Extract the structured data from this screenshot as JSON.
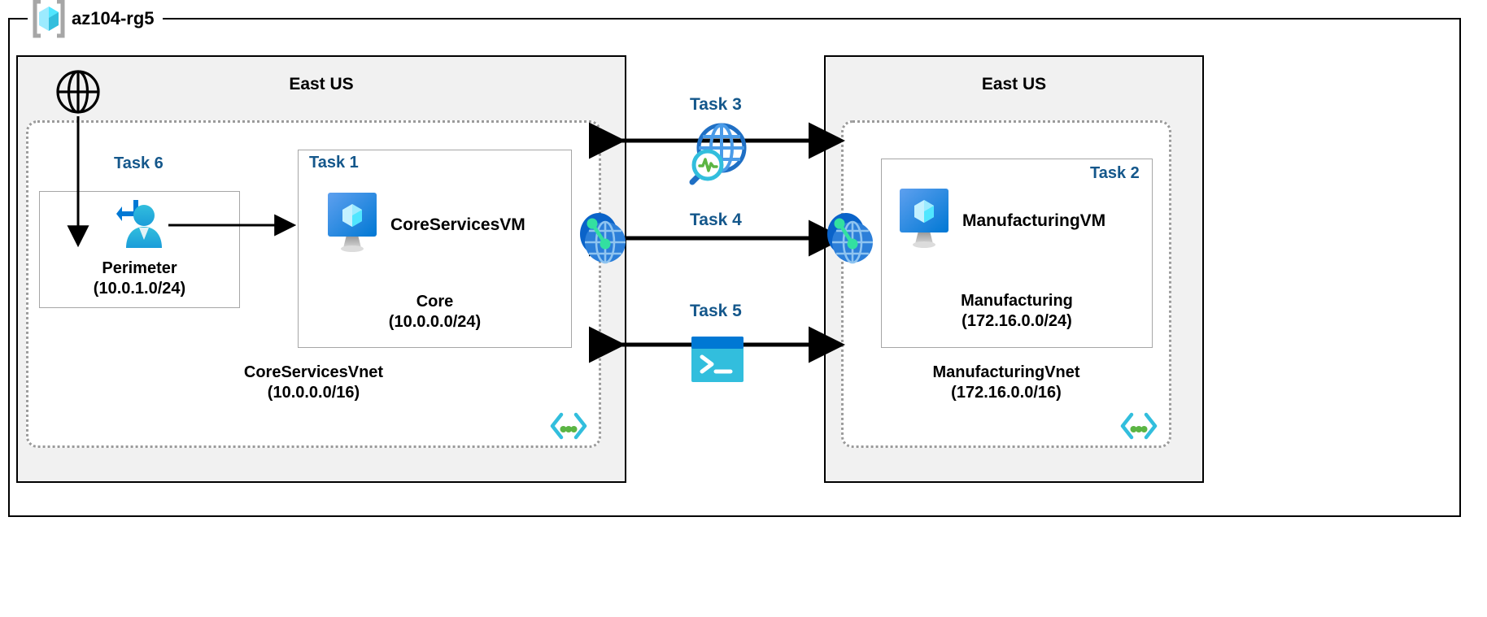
{
  "diagram": {
    "resource_group": {
      "name": "az104-rg5",
      "icon": "azure-resource-group-cube-icon"
    }
  },
  "regions": [
    {
      "id": "left",
      "title": "East US"
    },
    {
      "id": "right",
      "title": "East US"
    }
  ],
  "vnets": [
    {
      "id": "coreservices",
      "name": "CoreServicesVnet",
      "cidr": "(10.0.0.0/16)",
      "corner_icon": "code-brackets-subnet-icon"
    },
    {
      "id": "manufacturing",
      "name": "ManufacturingVnet",
      "cidr": "(172.16.0.0/16)",
      "corner_icon": "code-brackets-subnet-icon"
    }
  ],
  "subnets": [
    {
      "id": "perimeter",
      "task": "Task 6",
      "name": "Perimeter",
      "cidr": "(10.0.1.0/24)",
      "icon": "user-inbound-icon"
    },
    {
      "id": "core",
      "task": "Task 1",
      "name": "Core",
      "cidr": "(10.0.0.0/24)",
      "vm": "CoreServicesVM",
      "icon": "virtual-machine-icon"
    },
    {
      "id": "manufacturing",
      "task": "Task 2",
      "name": "Manufacturing",
      "cidr": "(172.16.0.0/24)",
      "vm": "ManufacturingVM",
      "icon": "virtual-machine-icon"
    }
  ],
  "center_tasks": [
    {
      "id": "task3",
      "label": "Task 3",
      "icon": "network-watcher-globe-magnifier-icon"
    },
    {
      "id": "task4",
      "label": "Task 4",
      "icon": "vnet-peering-icon"
    },
    {
      "id": "task5",
      "label": "Task 5",
      "icon": "cloud-shell-terminal-icon"
    }
  ],
  "icons": {
    "internet": "globe-internet-icon",
    "peering_left": "vnet-peering-icon",
    "peering_right": "vnet-peering-icon"
  },
  "colors": {
    "task_blue": "#14578b",
    "azure_blue": "#0078d4",
    "cyan": "#50e6ff",
    "green": "#5bb543",
    "panel_gray": "#f1f1f1",
    "dotted_gray": "#9b9b9b"
  },
  "chart_data": {
    "type": "diagram",
    "title": "az104-rg5 Azure virtual network architecture",
    "nodes": [
      {
        "id": "internet",
        "label": "",
        "type": "internet-globe"
      },
      {
        "id": "perimeter",
        "label": "Perimeter (10.0.1.0/24)",
        "type": "subnet",
        "task": "Task 6"
      },
      {
        "id": "core",
        "label": "Core (10.0.0.0/24)",
        "type": "subnet",
        "task": "Task 1"
      },
      {
        "id": "coreservicesvm",
        "label": "CoreServicesVM",
        "type": "vm"
      },
      {
        "id": "manufacturing",
        "label": "Manufacturing (172.16.0.0/24)",
        "type": "subnet",
        "task": "Task 2"
      },
      {
        "id": "manufacturingvm",
        "label": "ManufacturingVM",
        "type": "vm"
      },
      {
        "id": "coreservicesvnet",
        "label": "CoreServicesVnet (10.0.0.0/16)",
        "type": "vnet"
      },
      {
        "id": "manufacturingvnet",
        "label": "ManufacturingVnet (172.16.0.0/16)",
        "type": "vnet"
      }
    ],
    "edges": [
      {
        "from": "internet",
        "to": "perimeter",
        "direction": "down",
        "label": ""
      },
      {
        "from": "perimeter",
        "to": "core",
        "direction": "right",
        "label": ""
      },
      {
        "from": "coreservicesvnet",
        "to": "manufacturingvnet",
        "direction": "both",
        "label": "Task 3"
      },
      {
        "from": "coreservicesvnet",
        "to": "manufacturingvnet",
        "direction": "both",
        "label": "Task 4"
      },
      {
        "from": "coreservicesvnet",
        "to": "manufacturingvnet",
        "direction": "both",
        "label": "Task 5"
      }
    ]
  }
}
